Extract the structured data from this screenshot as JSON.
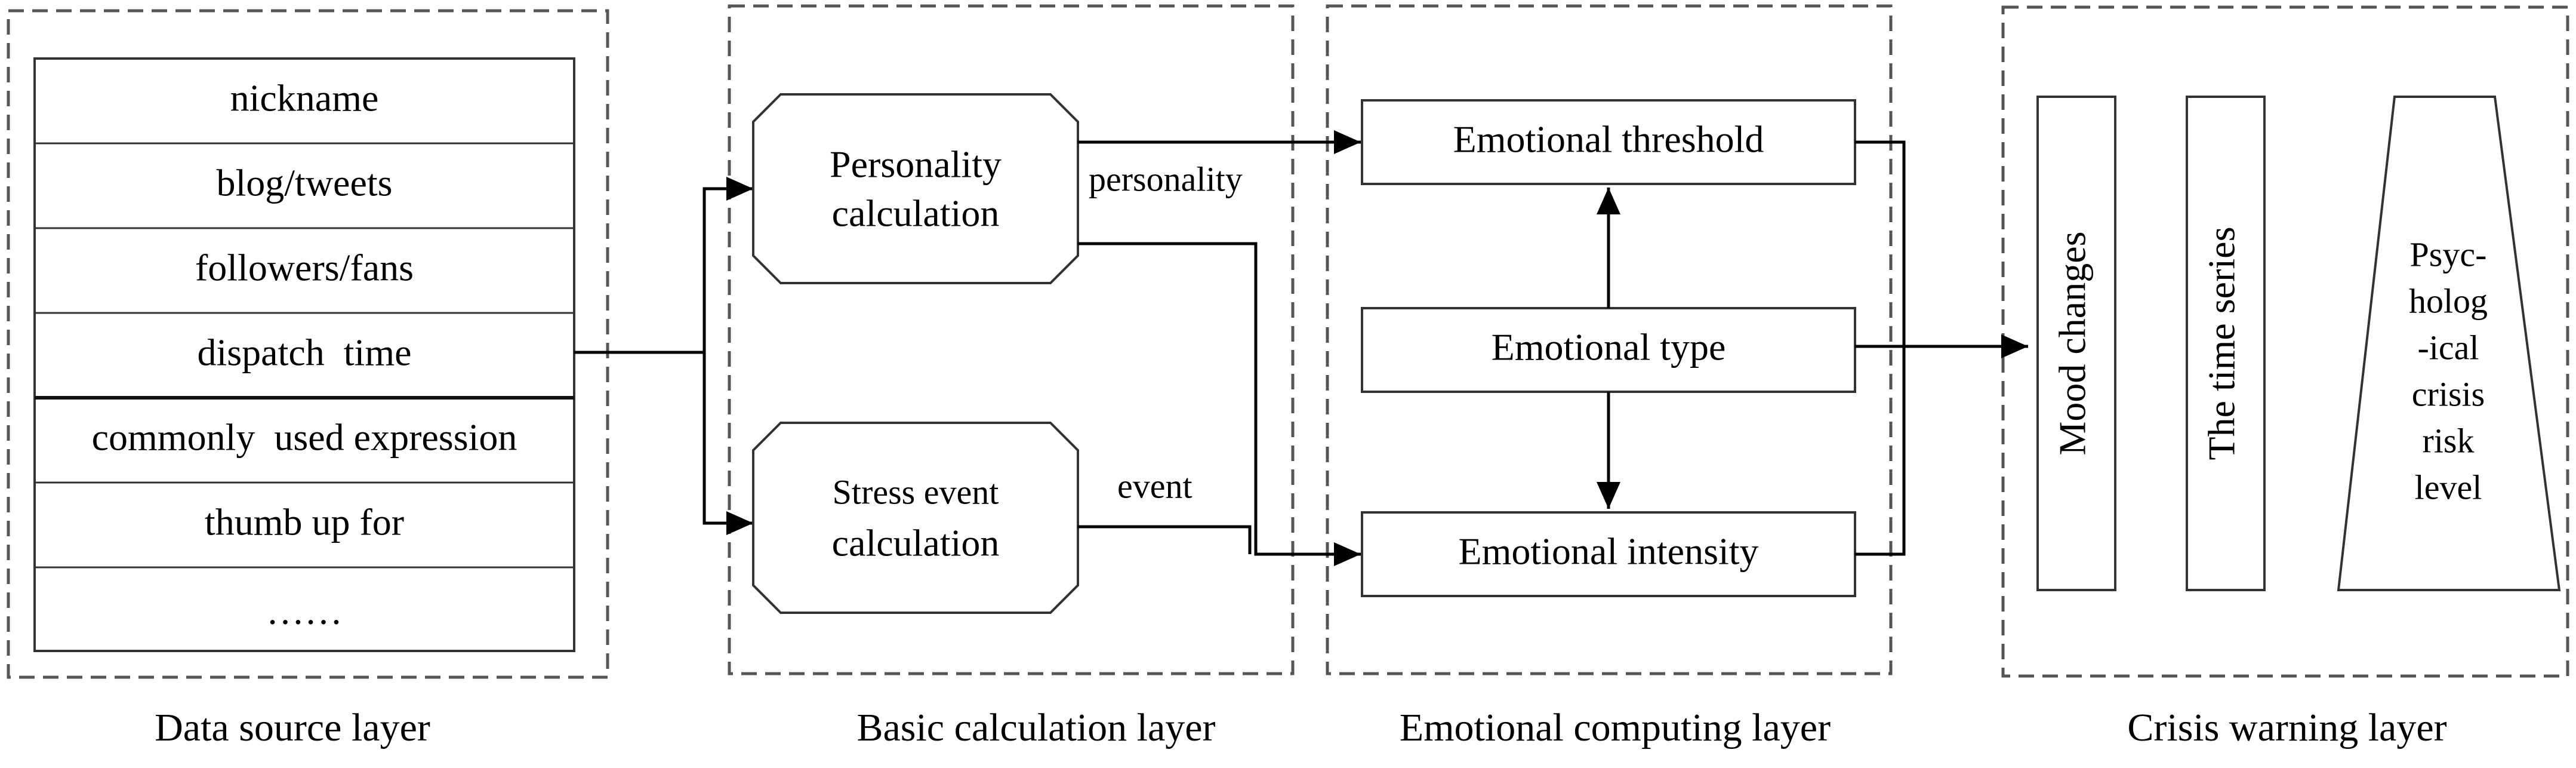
{
  "layers": {
    "data_source": {
      "label": "Data source layer",
      "items": [
        "nickname",
        "blog/tweets",
        "followers/fans",
        "dispatch  time",
        "commonly  used expression",
        "thumb up for",
        "……"
      ]
    },
    "basic_calculation": {
      "label": "Basic calculation layer",
      "personality_node": [
        "Personality",
        "calculation"
      ],
      "stress_node": [
        "Stress event",
        "calculation"
      ],
      "personality_edge": "personality",
      "event_edge": "event"
    },
    "emotional_computing": {
      "label": "Emotional computing layer",
      "threshold": "Emotional threshold",
      "type": "Emotional type",
      "intensity": "Emotional intensity"
    },
    "crisis_warning": {
      "label": "Crisis warning layer",
      "mood": "Mood changes",
      "time_series": "The time series",
      "risk_lines": [
        "Psyc-",
        "holog",
        "-ical",
        "crisis",
        "risk",
        "level"
      ]
    }
  }
}
